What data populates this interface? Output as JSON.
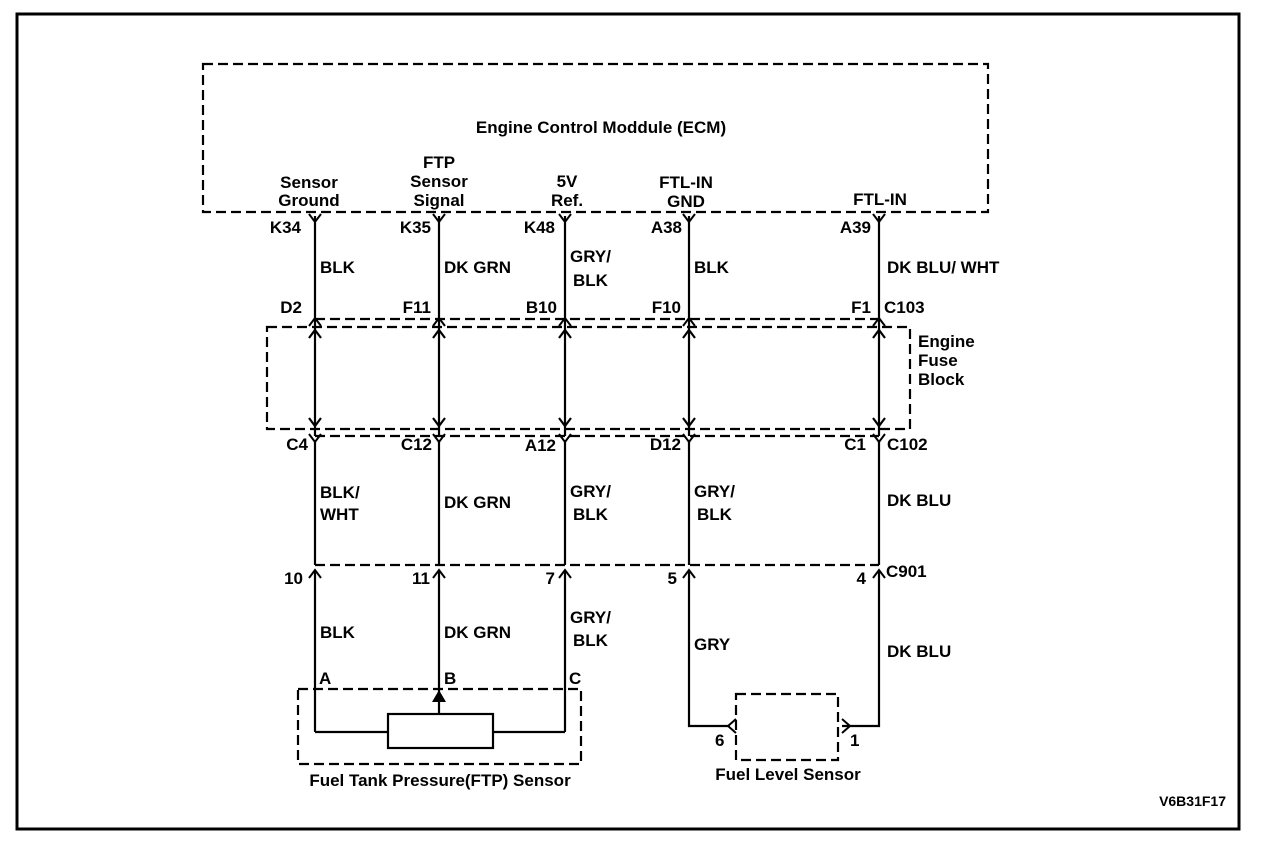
{
  "ecm": {
    "title": "Engine Control Moddule (ECM)",
    "circuits": [
      {
        "label_lines": [
          "Sensor",
          "Ground"
        ],
        "pin": "K34"
      },
      {
        "label_lines": [
          "FTP",
          "Sensor",
          "Signal"
        ],
        "pin": "K35"
      },
      {
        "label_lines": [
          "5V",
          "Ref."
        ],
        "pin": "K48"
      },
      {
        "label_lines": [
          "FTL-IN",
          "GND"
        ],
        "pin": "A38"
      },
      {
        "label_lines": [
          "FTL-IN"
        ],
        "pin": "A39"
      }
    ]
  },
  "wire_colors_top": [
    [
      "BLK"
    ],
    [
      "DK GRN"
    ],
    [
      "GRY/",
      "BLK"
    ],
    [
      "BLK"
    ],
    [
      "DK BLU/ WHT"
    ]
  ],
  "connector_c103": {
    "name": "C103",
    "pins": [
      "D2",
      "F11",
      "B10",
      "F10",
      "F1"
    ]
  },
  "fuse_block": {
    "label_lines": [
      "Engine",
      "Fuse",
      "Block"
    ]
  },
  "connector_c102": {
    "name": "C102",
    "pins": [
      "C4",
      "C12",
      "A12",
      "D12",
      "C1"
    ]
  },
  "wire_colors_middle": [
    [
      "BLK/",
      "WHT"
    ],
    [
      "DK GRN"
    ],
    [
      "GRY/",
      "BLK"
    ],
    [
      "GRY/",
      "BLK"
    ],
    [
      "DK BLU"
    ]
  ],
  "connector_c901": {
    "name": "C901",
    "pins": [
      "10",
      "11",
      "7",
      "5",
      "4"
    ]
  },
  "wire_colors_bottom": [
    [
      "BLK"
    ],
    [
      "DK GRN"
    ],
    [
      "GRY/",
      "BLK"
    ],
    [
      "GRY"
    ],
    [
      "DK BLU"
    ]
  ],
  "ftp_sensor": {
    "name": "Fuel Tank Pressure(FTP) Sensor",
    "pins": [
      "A",
      "B",
      "C"
    ]
  },
  "fuel_level_sensor": {
    "name": "Fuel Level Sensor",
    "pins": [
      "6",
      "1"
    ]
  },
  "figure_id": "V6B31F17"
}
